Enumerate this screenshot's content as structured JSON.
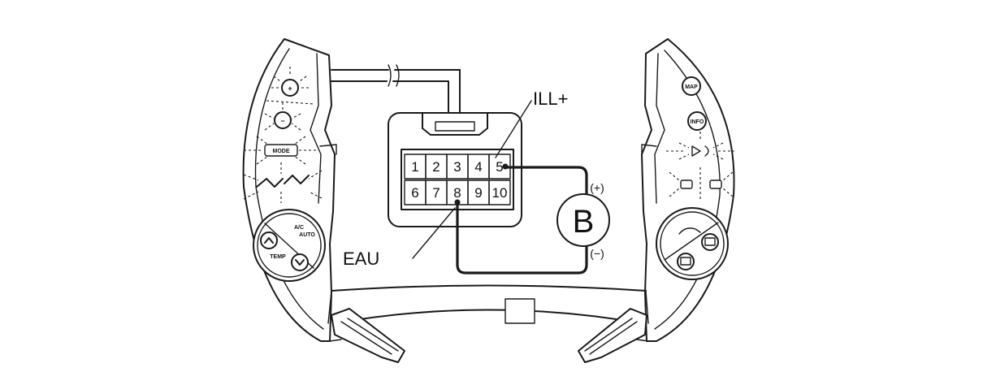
{
  "connector": {
    "pins_top": [
      "1",
      "2",
      "3",
      "4",
      "5"
    ],
    "pins_bottom": [
      "6",
      "7",
      "8",
      "9",
      "10"
    ]
  },
  "labels": {
    "ill_plus": "ILL+",
    "eau": "EAU",
    "battery": "B",
    "plus": "(+)",
    "minus": "(−)"
  },
  "left_switch": {
    "plus": "+",
    "minus": "−",
    "mode": "MODE",
    "ac": "A/C",
    "auto": "AUTO",
    "temp": "TEMP"
  },
  "right_switch": {
    "map": "MAP",
    "info": "INFO"
  }
}
